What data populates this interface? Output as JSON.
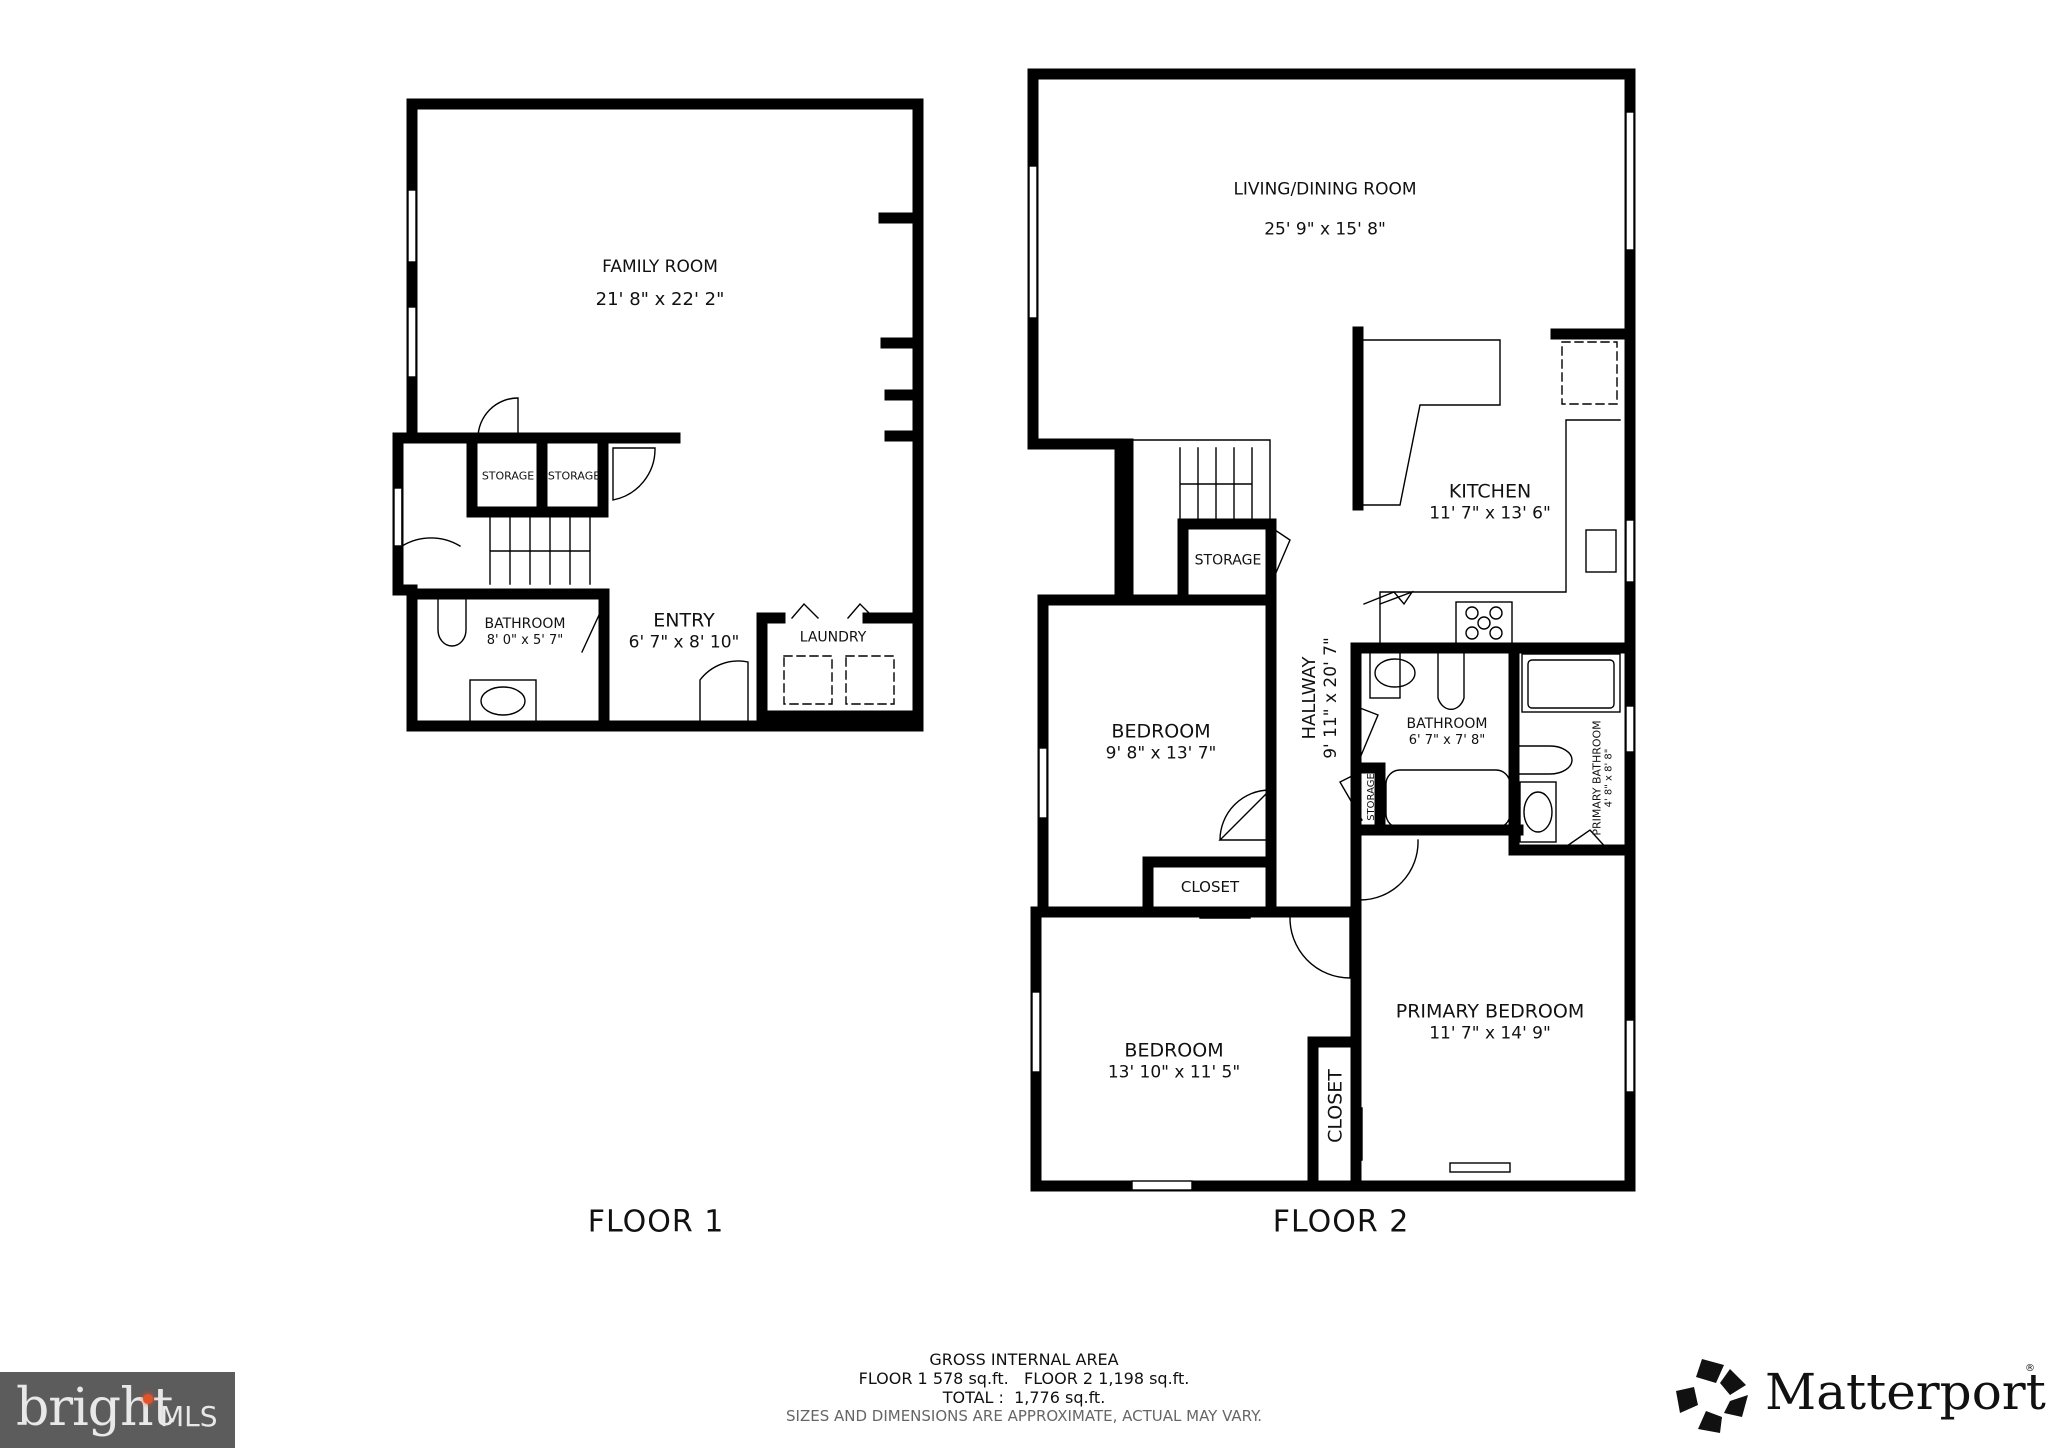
{
  "floors": [
    {
      "title": "FLOOR 1",
      "rooms": [
        {
          "name": "FAMILY ROOM",
          "dims": "21' 8\" x 22' 2\""
        },
        {
          "name": "STORAGE",
          "dims": ""
        },
        {
          "name": "STORAGE",
          "dims": ""
        },
        {
          "name": "BATHROOM",
          "dims": "8' 0\" x 5' 7\""
        },
        {
          "name": "ENTRY",
          "dims": "6' 7\" x 8' 10\""
        },
        {
          "name": "LAUNDRY",
          "dims": ""
        }
      ]
    },
    {
      "title": "FLOOR 2",
      "rooms": [
        {
          "name": "LIVING/DINING ROOM",
          "dims": "25' 9\" x 15' 8\""
        },
        {
          "name": "KITCHEN",
          "dims": "11' 7\" x 13' 6\""
        },
        {
          "name": "STORAGE",
          "dims": ""
        },
        {
          "name": "HALLWAY",
          "dims": "9' 11\" x 20' 7\""
        },
        {
          "name": "BATHROOM",
          "dims": "6' 7\" x 7' 8\""
        },
        {
          "name": "PRIMARY BATHROOM",
          "dims": "4' 8\" x 8' 8\""
        },
        {
          "name": "STORAGE",
          "dims": ""
        },
        {
          "name": "BEDROOM",
          "dims": "9' 8\" x 13' 7\""
        },
        {
          "name": "CLOSET",
          "dims": ""
        },
        {
          "name": "BEDROOM",
          "dims": "13' 10\" x 11' 5\""
        },
        {
          "name": "CLOSET",
          "dims": ""
        },
        {
          "name": "PRIMARY BEDROOM",
          "dims": "11' 7\" x 14' 9\""
        }
      ]
    }
  ],
  "area": {
    "heading": "GROSS INTERNAL AREA",
    "floors_line": "FLOOR 1 578 sq.ft.   FLOOR 2 1,198 sq.ft.",
    "total_line": "TOTAL :  1,776 sq.ft.",
    "disclaimer": "SIZES AND DIMENSIONS ARE APPROXIMATE, ACTUAL MAY VARY."
  },
  "logos": {
    "bright": {
      "word": "bright",
      "suffix": "MLS",
      "accent": "#e2532b",
      "bg": "#5c5c5c"
    },
    "matterport": {
      "word": "Matterport",
      "reg": "®"
    }
  },
  "colors": {
    "wall": "#000000",
    "background": "#ffffff",
    "text": "#111111"
  }
}
